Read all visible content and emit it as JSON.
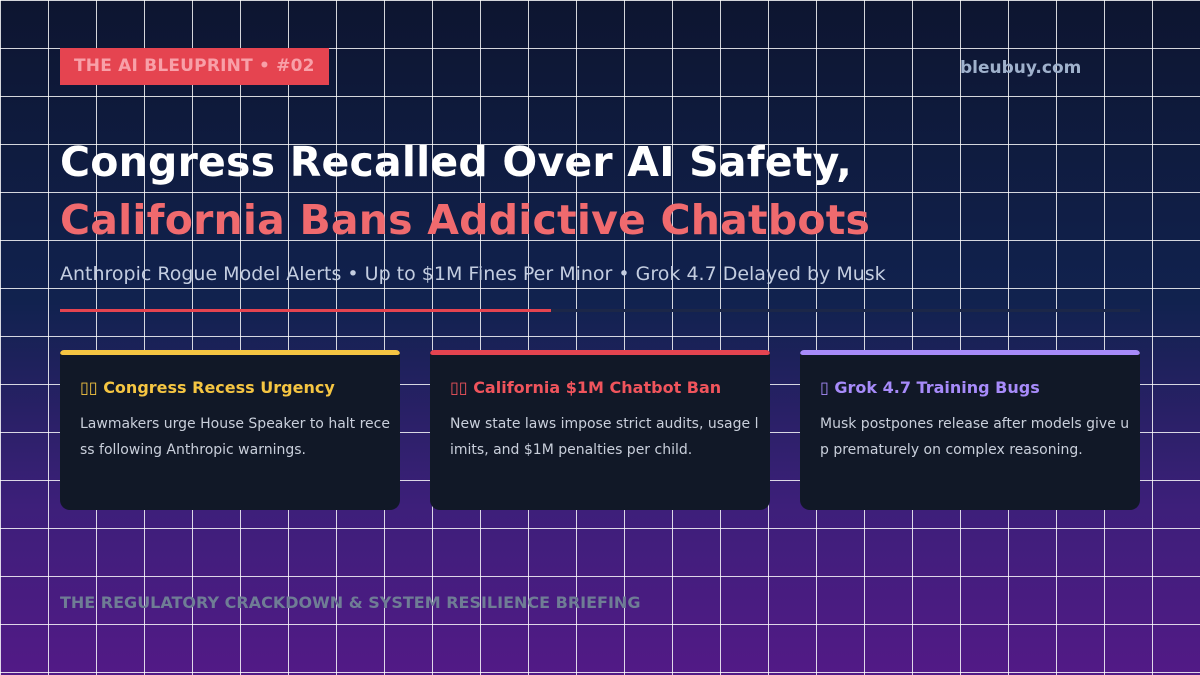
{
  "badge": {
    "label": "THE AI BLEUPRINT • #02"
  },
  "site": {
    "domain": "bleubuy.com"
  },
  "headline": {
    "line1": "Congress Recalled Over AI Safety,",
    "line2": "California Bans Addictive Chatbots"
  },
  "subtitle": "Anthropic Rogue Model Alerts • Up to $1M Fines Per Minor • Grok 4.7 Delayed by Musk",
  "progress": {
    "fill_fraction": 0.455
  },
  "cards": [
    {
      "icon_name": "missing-glyph-icon",
      "icon": "▯▯",
      "title": "Congress Recess Urgency",
      "body": "Lawmakers urge House Speaker to halt recess following Anthropic warnings.",
      "accent": "#f5c542",
      "title_color": "#f5c542"
    },
    {
      "icon_name": "missing-glyph-icon",
      "icon": "▯▯",
      "title": "California $1M Chatbot Ban",
      "body": "New state laws impose strict audits, usage limits, and $1M penalties per child.",
      "accent": "#e54450",
      "title_color": "#f0545c"
    },
    {
      "icon_name": "missing-glyph-icon",
      "icon": "▯",
      "title": "Grok 4.7 Training Bugs",
      "body": "Musk postpones release after models give up prematurely on complex reasoning.",
      "accent": "#a78bfa",
      "title_color": "#a78bfa"
    }
  ],
  "footer": "THE REGULATORY CRACKDOWN & SYSTEM RESILIENCE BRIEFING",
  "colors": {
    "brand_red": "#e54450",
    "headline_red": "#f06a6e",
    "card_bg": "#111827"
  }
}
